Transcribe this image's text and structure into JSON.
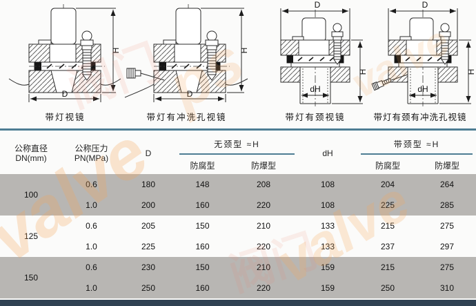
{
  "drawings": [
    {
      "caption": "带灯视镜",
      "labels": {
        "D": "D",
        "H": "H"
      }
    },
    {
      "caption": "带灯有冲洗孔视镜",
      "labels": {
        "D": "D",
        "H": "H"
      }
    },
    {
      "caption": "带灯有颈视镜",
      "labels": {
        "D": "D",
        "H": "H",
        "dH": "dH"
      }
    },
    {
      "caption": "带灯有颈有冲洗孔视镜",
      "labels": {
        "D": "D",
        "H": "H",
        "dH": "dH"
      }
    }
  ],
  "table": {
    "headers": {
      "dn_line1": "公称直径",
      "dn_line2": "DN(mm)",
      "pn_line1": "公称压力",
      "pn_line2": "PN(MPa)",
      "d": "D",
      "neckless_group": "无颈型  ≈H",
      "dh": "dH",
      "neck_group": "带颈型  ≈H",
      "anti_corrosion": "防腐型",
      "explosion_proof": "防爆型"
    },
    "groups": [
      {
        "dn": "100",
        "rows": [
          {
            "pn": "0.6",
            "d": "180",
            "neckless_ff": "148",
            "neckless_fb": "208",
            "dh": "108",
            "neck_ff": "204",
            "neck_fb": "264"
          },
          {
            "pn": "1.0",
            "d": "200",
            "neckless_ff": "160",
            "neckless_fb": "220",
            "dh": "108",
            "neck_ff": "225",
            "neck_fb": "285"
          }
        ]
      },
      {
        "dn": "125",
        "rows": [
          {
            "pn": "0.6",
            "d": "205",
            "neckless_ff": "150",
            "neckless_fb": "210",
            "dh": "133",
            "neck_ff": "215",
            "neck_fb": "275"
          },
          {
            "pn": "1.0",
            "d": "225",
            "neckless_ff": "160",
            "neckless_fb": "220",
            "dh": "133",
            "neck_ff": "237",
            "neck_fb": "297"
          }
        ]
      },
      {
        "dn": "150",
        "rows": [
          {
            "pn": "0.6",
            "d": "230",
            "neckless_ff": "150",
            "neckless_fb": "210",
            "dh": "159",
            "neck_ff": "215",
            "neck_fb": "275"
          },
          {
            "pn": "1.0",
            "d": "250",
            "neckless_ff": "160",
            "neckless_fb": "220",
            "dh": "159",
            "neck_ff": "250",
            "neck_fb": "310"
          }
        ]
      }
    ]
  },
  "watermark": {
    "items": [
      "valve",
      "ps",
      "valve",
      "阀门",
      "valve",
      "阀门"
    ]
  },
  "colors": {
    "rule_blue": "#4d7d93",
    "row_gray": "#b8b6b3",
    "bottom_bar": "#2f4152",
    "watermark_orange": "#f6a658"
  }
}
